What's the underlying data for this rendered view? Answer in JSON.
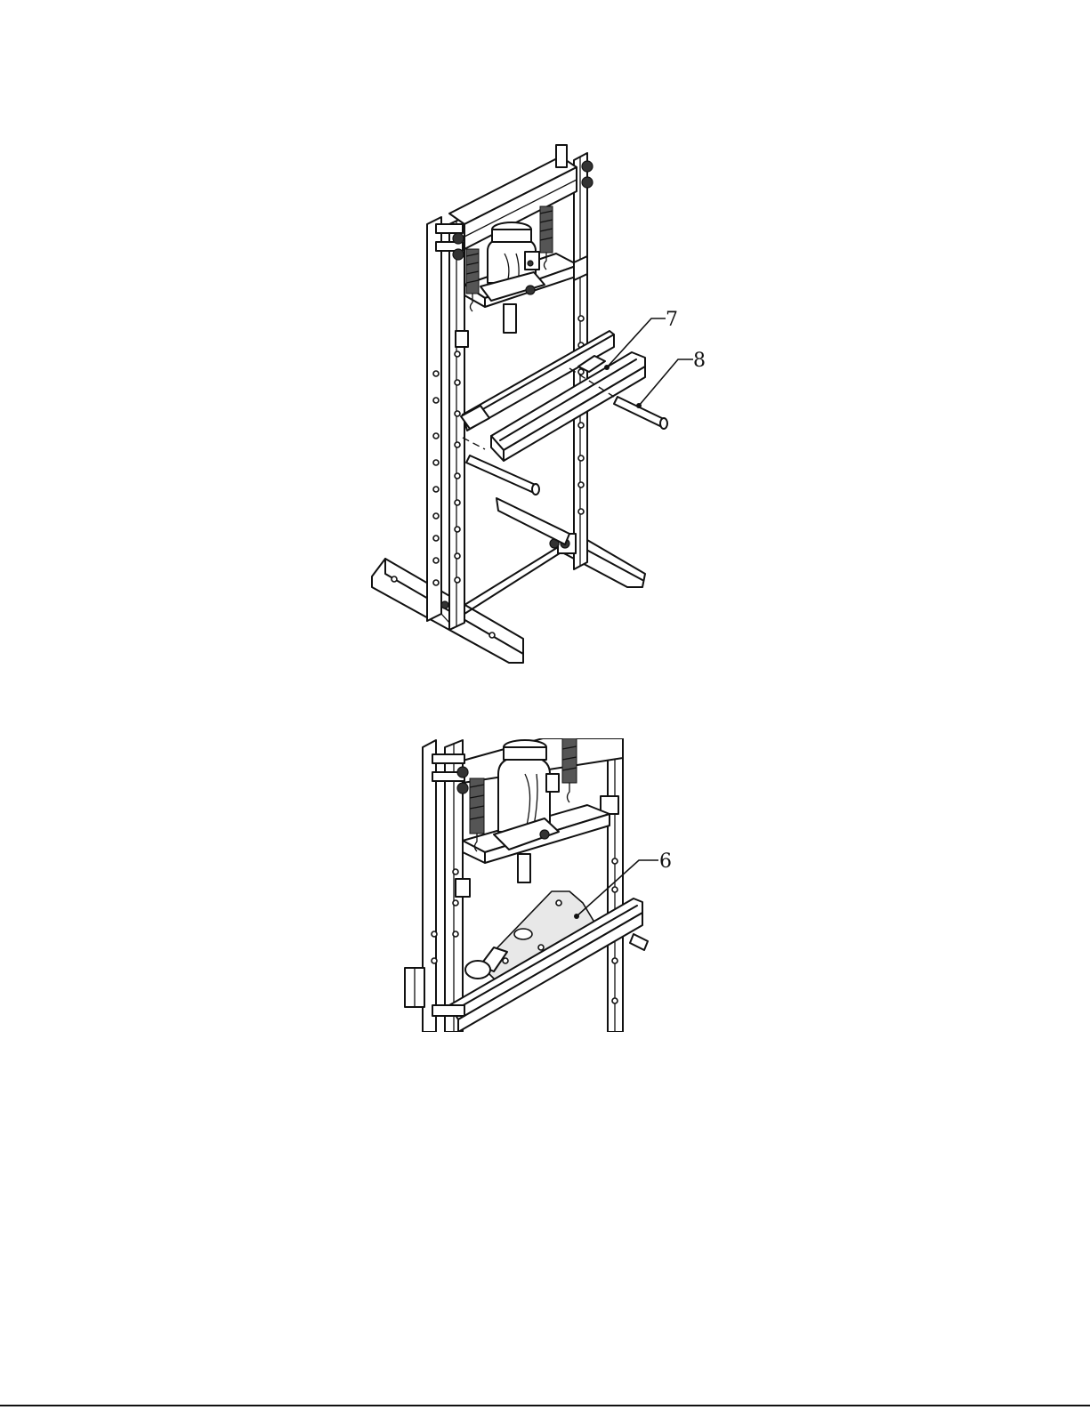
{
  "figures": [
    {
      "name": "press-frame-exploded-view",
      "callouts": [
        "7",
        "8"
      ]
    },
    {
      "name": "press-bolster-plate-detail",
      "callouts": [
        "6"
      ]
    }
  ]
}
